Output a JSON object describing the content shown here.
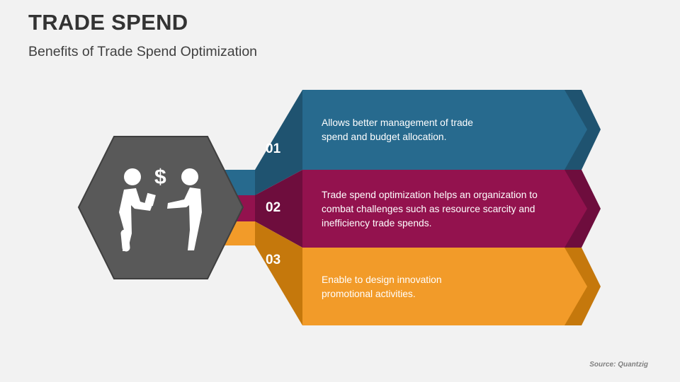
{
  "header": {
    "title": "TRADE SPEND",
    "subtitle": "Benefits of Trade Spend Optimization"
  },
  "items": [
    {
      "number": "01",
      "text": "Allows better management of trade spend and budget allocation.",
      "color": "#276A8E",
      "dark": "#1F5370"
    },
    {
      "number": "02",
      "text": "Trade spend optimization helps an organization to combat challenges such as resource scarcity and inefficiency trade spends.",
      "color": "#93124E",
      "dark": "#6E0D3D"
    },
    {
      "number": "03",
      "text": "Enable to design innovation promotional activities.",
      "color": "#F29B29",
      "dark": "#C5780C"
    }
  ],
  "icon": "people-exchanging-money-icon",
  "source": "Source: Quantzig"
}
